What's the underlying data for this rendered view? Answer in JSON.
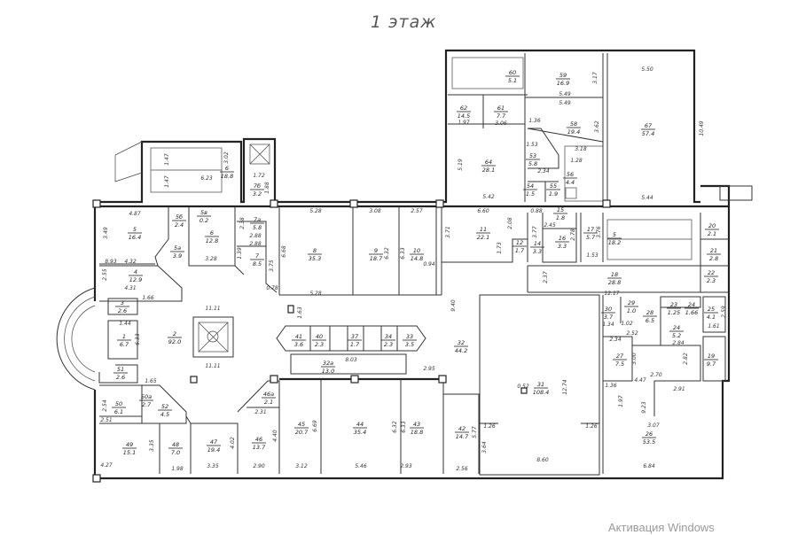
{
  "title": "1 этаж",
  "watermark": "Активация Windows",
  "rooms": [
    {
      "number": "5",
      "area": "16.4"
    },
    {
      "number": "5б",
      "area": "2.4"
    },
    {
      "number": "5а",
      "area": "3.9"
    },
    {
      "number": "4",
      "area": "12.9"
    },
    {
      "number": "5в",
      "area": "0.2"
    },
    {
      "number": "6",
      "area": "12.8"
    },
    {
      "number": "7а",
      "area": "5.8"
    },
    {
      "number": "7",
      "area": "8.5"
    },
    {
      "number": "6",
      "area": "18.8"
    },
    {
      "number": "7б",
      "area": "3.2"
    },
    {
      "number": "8",
      "area": "35.3"
    },
    {
      "number": "9",
      "area": "18.7"
    },
    {
      "number": "10",
      "area": "14.8"
    },
    {
      "number": "11",
      "area": "22.1"
    },
    {
      "number": "12",
      "area": "1.7"
    },
    {
      "number": "14",
      "area": "3.3"
    },
    {
      "number": "15",
      "area": "1.8"
    },
    {
      "number": "16",
      "area": "3.3"
    },
    {
      "number": "17",
      "area": "5.7"
    },
    {
      "number": "5",
      "area": "18.2"
    },
    {
      "number": "18",
      "area": "28.8"
    },
    {
      "number": "20",
      "area": "2.1"
    },
    {
      "number": "21",
      "area": "2.8"
    },
    {
      "number": "22",
      "area": "2.3"
    },
    {
      "number": "25",
      "area": "4.1"
    },
    {
      "number": "24",
      "area": "5.2"
    },
    {
      "number": "28",
      "area": "6.5"
    },
    {
      "number": "29",
      "area": "1.0"
    },
    {
      "number": "30",
      "area": "3.7"
    },
    {
      "number": "27",
      "area": "7.5"
    },
    {
      "number": "19",
      "area": "9.7"
    },
    {
      "number": "26",
      "area": "53.5"
    },
    {
      "number": "31",
      "area": "108.4"
    },
    {
      "number": "32",
      "area": "44.2"
    },
    {
      "number": "33",
      "area": "3.5"
    },
    {
      "number": "34",
      "area": "2.3"
    },
    {
      "number": "37",
      "area": "1.7"
    },
    {
      "number": "40",
      "area": "2.3"
    },
    {
      "number": "41",
      "area": "3.6"
    },
    {
      "number": "32а",
      "area": "13.0"
    },
    {
      "number": "45",
      "area": "20.7"
    },
    {
      "number": "44",
      "area": "35.4"
    },
    {
      "number": "43",
      "area": "18.8"
    },
    {
      "number": "42",
      "area": "14.7"
    },
    {
      "number": "46",
      "area": "13.7"
    },
    {
      "number": "47",
      "area": "19.4"
    },
    {
      "number": "48",
      "area": "7.0"
    },
    {
      "number": "49",
      "area": "15.1"
    },
    {
      "number": "46а",
      "area": "2.1"
    },
    {
      "number": "50",
      "area": "6.1"
    },
    {
      "number": "50а",
      "area": "2.7"
    },
    {
      "number": "52",
      "area": "4.5"
    },
    {
      "number": "51",
      "area": "2.6"
    },
    {
      "number": "1",
      "area": "6.7"
    },
    {
      "number": "2",
      "area": "92.0"
    },
    {
      "number": "3",
      "area": "2.6"
    },
    {
      "number": "60",
      "area": "5.1"
    },
    {
      "number": "59",
      "area": "16.9"
    },
    {
      "number": "62",
      "area": "14.5"
    },
    {
      "number": "61",
      "area": "7.7"
    },
    {
      "number": "58",
      "area": "19.4"
    },
    {
      "number": "67",
      "area": "57.4"
    },
    {
      "number": "64",
      "area": "28.1"
    },
    {
      "number": "53",
      "area": "5.8"
    },
    {
      "number": "54",
      "area": "1.5"
    },
    {
      "number": "55",
      "area": "1.9"
    },
    {
      "number": "56",
      "area": "4.4"
    },
    {
      "number": "23",
      "area": "1.25"
    },
    {
      "number": "24",
      "area": "1.66"
    }
  ],
  "dimensions": [
    "4.87",
    "3.49",
    "8.93",
    "4.32",
    "2.55",
    "4.31",
    "1.66",
    "3.28",
    "2.38",
    "2.88",
    "2.88",
    "1.39",
    "3.75",
    "0.78",
    "5.28",
    "5.28",
    "6.68",
    "3.08",
    "6.32",
    "2.57",
    "6.33",
    "0.94",
    "6.60",
    "3.71",
    "2.08",
    "1.73",
    "0.88",
    "3.77",
    "2.45",
    "2.78",
    "3.76",
    "1.53",
    "2.37",
    "12.17",
    "9.40",
    "11.11",
    "11.11",
    "8.03",
    "1.63",
    "2.95",
    "1.44",
    "6.33",
    "1.65",
    "2.54",
    "2.51",
    "4.27",
    "3.35",
    "1.98",
    "3.35",
    "4.02",
    "2.90",
    "4.40",
    "2.31",
    "3.12",
    "6.69",
    "5.46",
    "6.32",
    "2.93",
    "6.33",
    "2.56",
    "5.77",
    "3.64",
    "8.60",
    "1.26",
    "1.26",
    "12.74",
    "0.52",
    "2.34",
    "3.00",
    "4.47",
    "2.82",
    "2.70",
    "2.91",
    "1.36",
    "1.97",
    "9.23",
    "3.07",
    "6.84",
    "1.61",
    "2.59",
    "2.52",
    "1.02",
    "2.84",
    "1.34",
    "5.50",
    "10.49",
    "5.44",
    "5.49",
    "5.49",
    "3.17",
    "3.62",
    "1.97",
    "3.06",
    "1.36",
    "1.53",
    "3.18",
    "2.34",
    "5.42",
    "5.19",
    "1.28",
    "1.47",
    "1.47",
    "6.23",
    "3.02",
    "1.72",
    "1.88"
  ]
}
